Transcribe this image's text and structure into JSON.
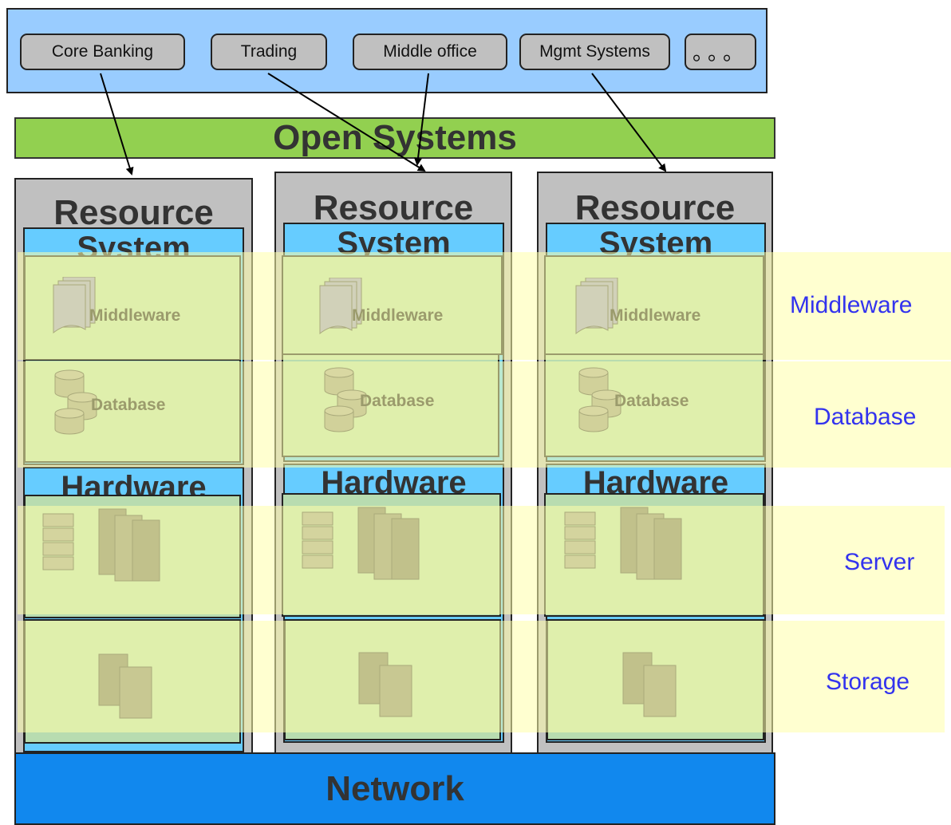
{
  "applications": [
    "Core Banking",
    "Trading",
    "Middle office",
    "Mgmt Systems",
    "。。。"
  ],
  "open_systems_label": "Open Systems",
  "network_label": "Network",
  "columns": [
    {
      "resource_label": "Resource",
      "system_label": "System",
      "middleware_label": "Middleware",
      "database_label": "Database",
      "hardware_label": "Hardware"
    },
    {
      "resource_label": "Resource",
      "system_label": "System",
      "middleware_label": "Middleware",
      "database_label": "Database",
      "hardware_label": "Hardware"
    },
    {
      "resource_label": "Resource",
      "system_label": "System",
      "middleware_label": "Middleware",
      "database_label": "Database",
      "hardware_label": "Hardware"
    }
  ],
  "layers": [
    "Middleware",
    "Database",
    "Server",
    "Storage"
  ],
  "colors": {
    "apps_panel": "#99ccff",
    "open_systems": "#92d050",
    "network": "#1188ee",
    "resource_box": "#66ccff",
    "layer_label": "#3333ee",
    "band": "#ffffaa"
  },
  "icons": [
    "document-stack-icon",
    "database-cylinders-icon",
    "server-rack-icon",
    "tower-server-icon",
    "storage-array-icon"
  ]
}
